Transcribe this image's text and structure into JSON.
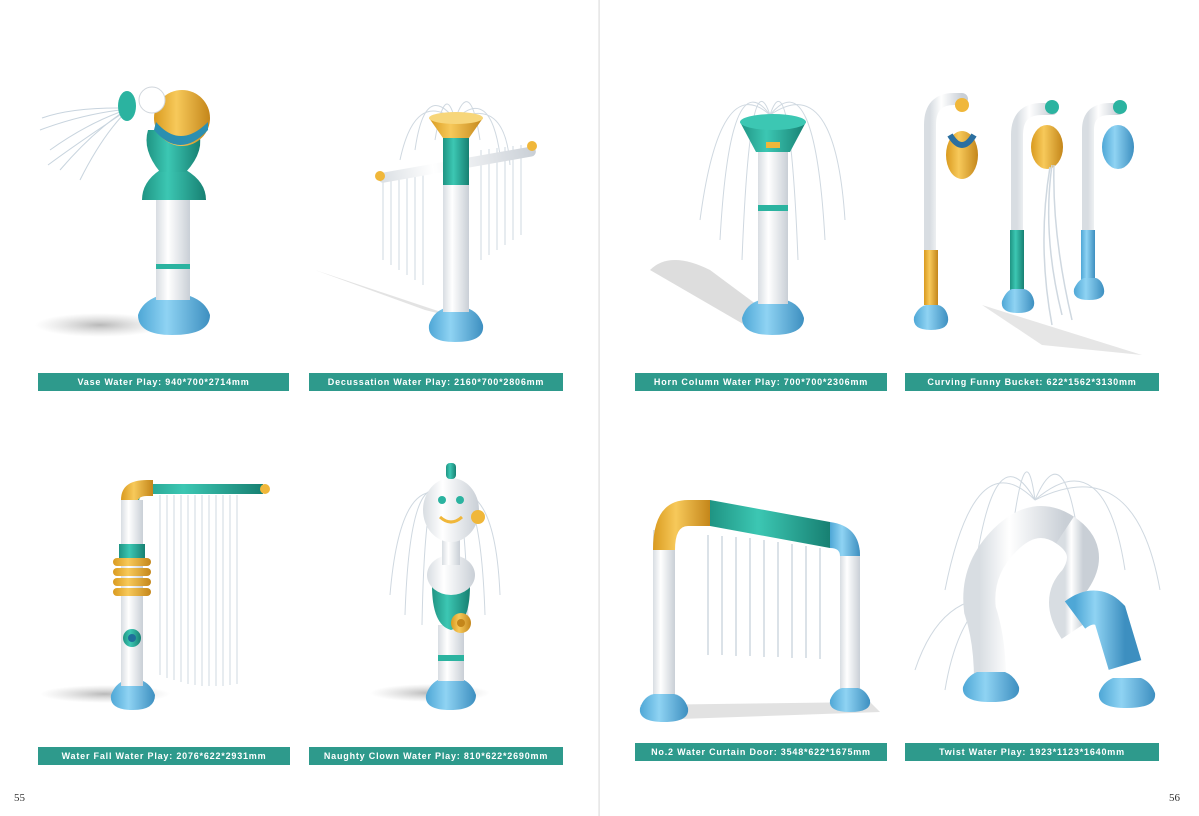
{
  "pages": {
    "left_number": "55",
    "right_number": "56"
  },
  "products": [
    {
      "label": "Vase Water Play:  940*700*2714mm"
    },
    {
      "label": "Decussation Water Play:  2160*700*2806mm"
    },
    {
      "label": "Horn Column Water Play:  700*700*2306mm"
    },
    {
      "label": "Curving Funny Bucket:  622*1562*3130mm"
    },
    {
      "label": "Water Fall Water Play:  2076*622*2931mm"
    },
    {
      "label": "Naughty Clown Water Play:  810*622*2690mm"
    },
    {
      "label": "No.2 Water Curtain Door:  3548*622*1675mm"
    },
    {
      "label": "Twist Water Play:  1923*1123*1640mm"
    }
  ],
  "colors": {
    "label_bg": "#2e9a8c",
    "teal": "#2bb3a0",
    "blue": "#6cc0e8",
    "yellow": "#f0b73a",
    "white_pipe": "#f4f6f8"
  }
}
